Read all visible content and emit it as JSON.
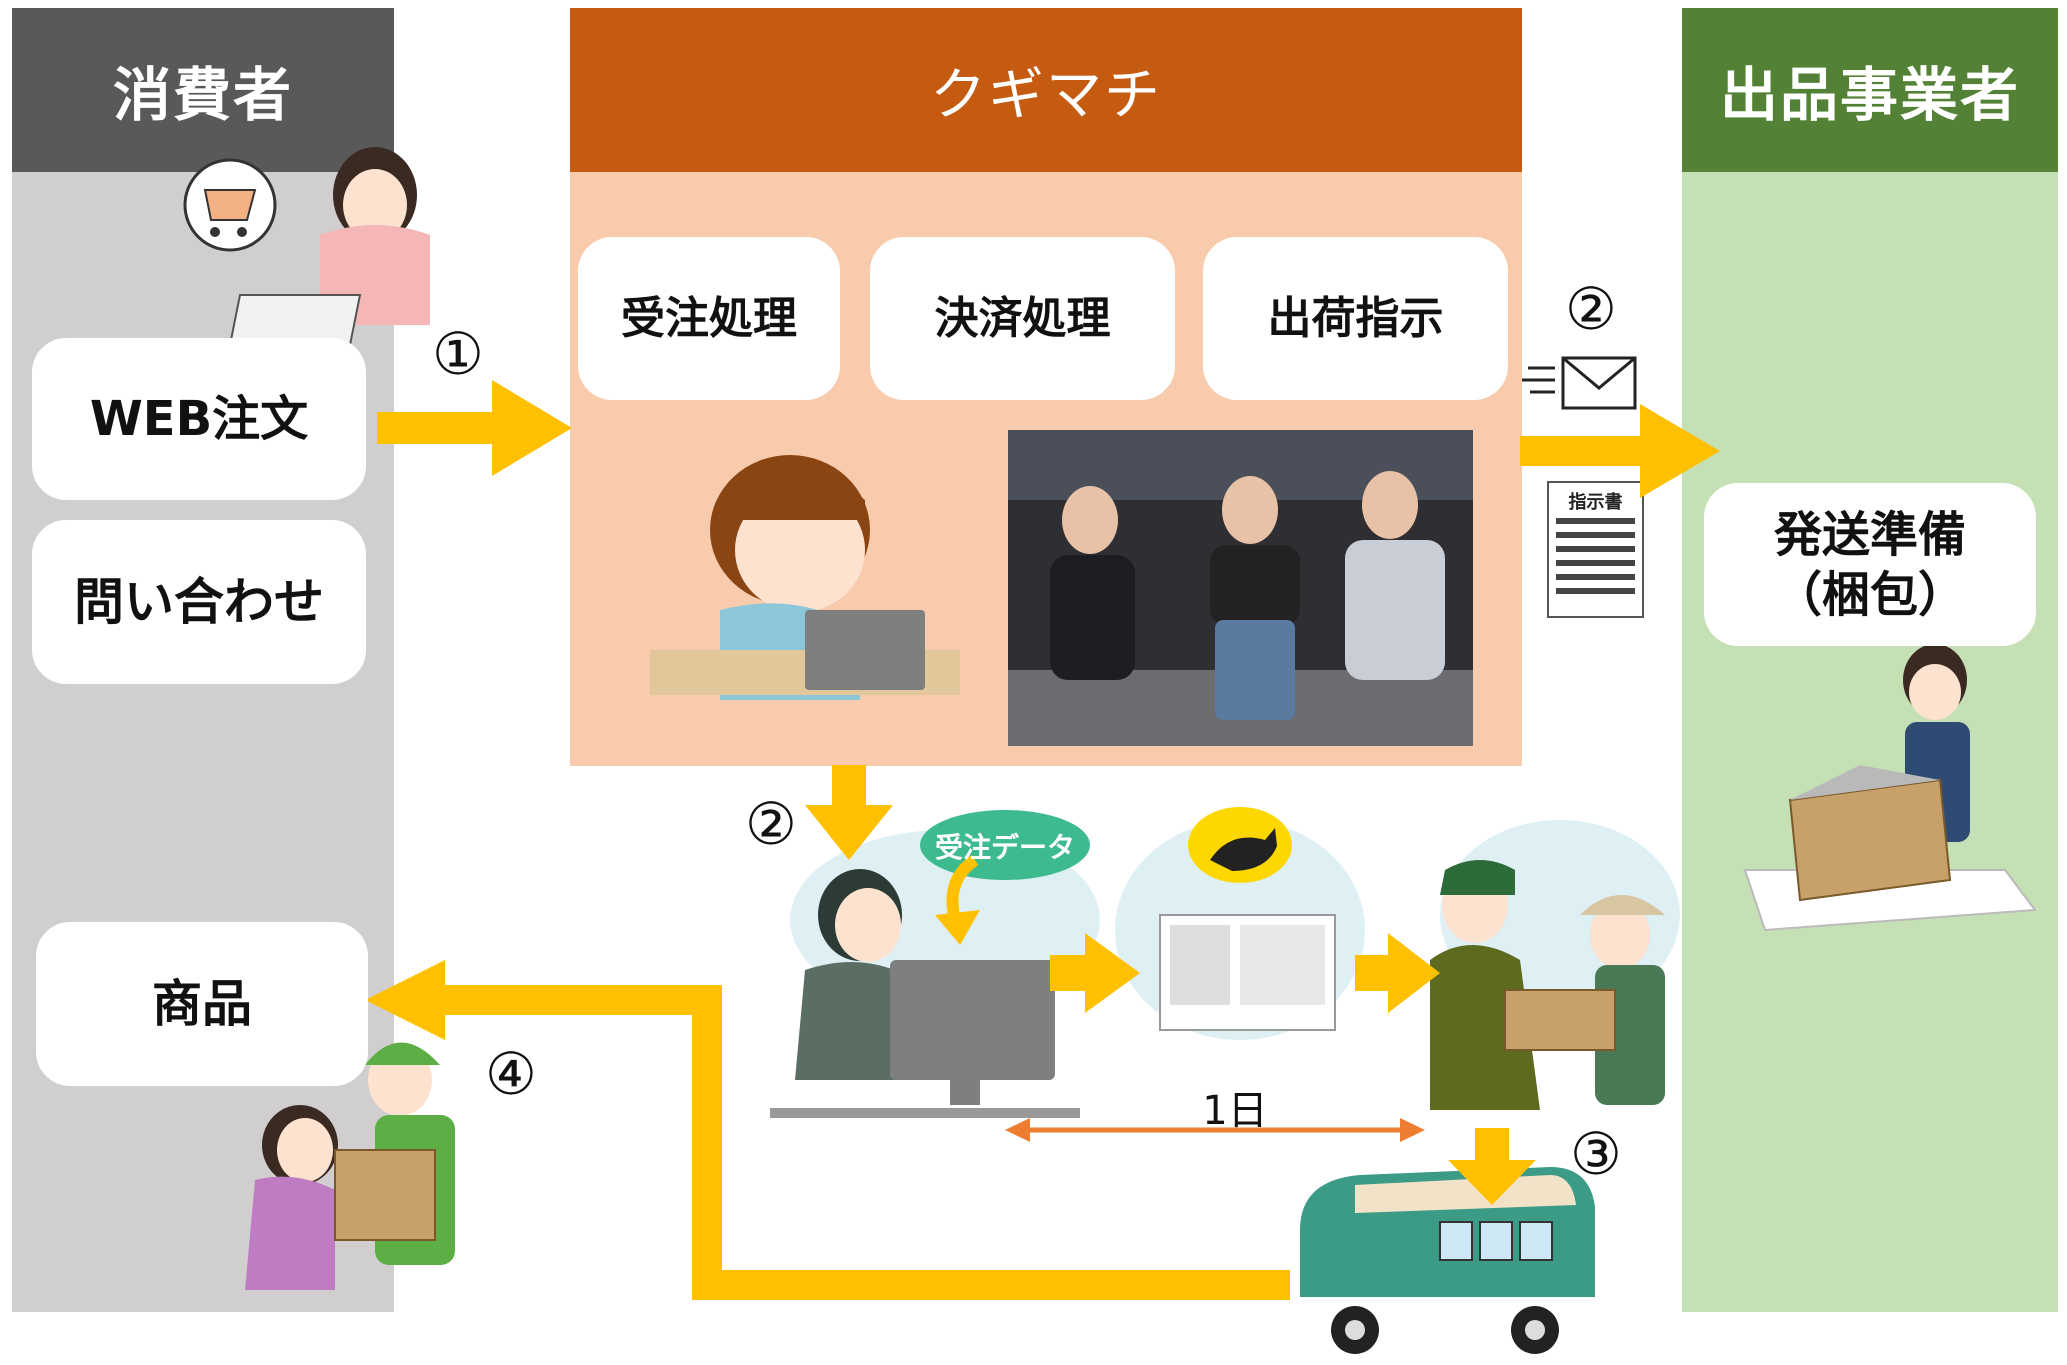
{
  "lanes": {
    "consumer": "消費者",
    "kugimachi": "クギマチ",
    "seller": "出品事業者"
  },
  "consumer_boxes": {
    "web_order": "WEB注文",
    "inquiry": "問い合わせ",
    "product": "商品"
  },
  "kugimachi_boxes": {
    "order_processing": "受注処理",
    "payment_processing": "決済処理",
    "shipping_instruction": "出荷指示"
  },
  "seller_box": {
    "line1": "発送準備",
    "line2": "（梱包）"
  },
  "labels": {
    "instruction_doc": "指示書",
    "order_data": "受注データ",
    "duration": "1日"
  },
  "steps": {
    "s1": "①",
    "s2a": "②",
    "s2b": "②",
    "s3": "③",
    "s4": "④"
  },
  "colors": {
    "consumer_header": "#595959",
    "consumer_lane": "#d0cece",
    "kugimachi_header": "#c55a11",
    "kugimachi_panel": "#f8cbad",
    "seller_header": "#538135",
    "seller_lane": "#c5e0b4",
    "arrow_yellow": "#ffc000",
    "arrow_orange": "#ed7d31"
  }
}
